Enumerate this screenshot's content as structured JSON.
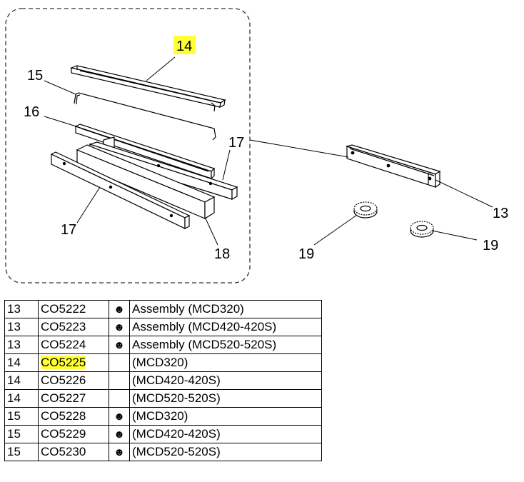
{
  "diagram": {
    "callouts": {
      "c14": "14",
      "c15": "15",
      "c16": "16",
      "c17a": "17",
      "c17b": "17",
      "c18": "18",
      "c13": "13",
      "c19a": "19",
      "c19b": "19"
    },
    "highlight_color": "#ffff33"
  },
  "parts_table": {
    "rows": [
      {
        "ref": "13",
        "code": "CO5222",
        "mark": "☻",
        "desc": "Assembly (MCD320)"
      },
      {
        "ref": "13",
        "code": "CO5223",
        "mark": "☻",
        "desc": "Assembly (MCD420-420S)"
      },
      {
        "ref": "13",
        "code": "CO5224",
        "mark": "☻",
        "desc": "Assembly (MCD520-520S)"
      },
      {
        "ref": "14",
        "code": "CO5225",
        "mark": "",
        "desc": "(MCD320)"
      },
      {
        "ref": "14",
        "code": "CO5226",
        "mark": "",
        "desc": "(MCD420-420S)"
      },
      {
        "ref": "14",
        "code": "CO5227",
        "mark": "",
        "desc": "(MCD520-520S)"
      },
      {
        "ref": "15",
        "code": "CO5228",
        "mark": "☻",
        "desc": "(MCD320)"
      },
      {
        "ref": "15",
        "code": "CO5229",
        "mark": "☻",
        "desc": "(MCD420-420S)"
      },
      {
        "ref": "15",
        "code": "CO5230",
        "mark": "☻",
        "desc": "(MCD520-520S)"
      }
    ]
  }
}
